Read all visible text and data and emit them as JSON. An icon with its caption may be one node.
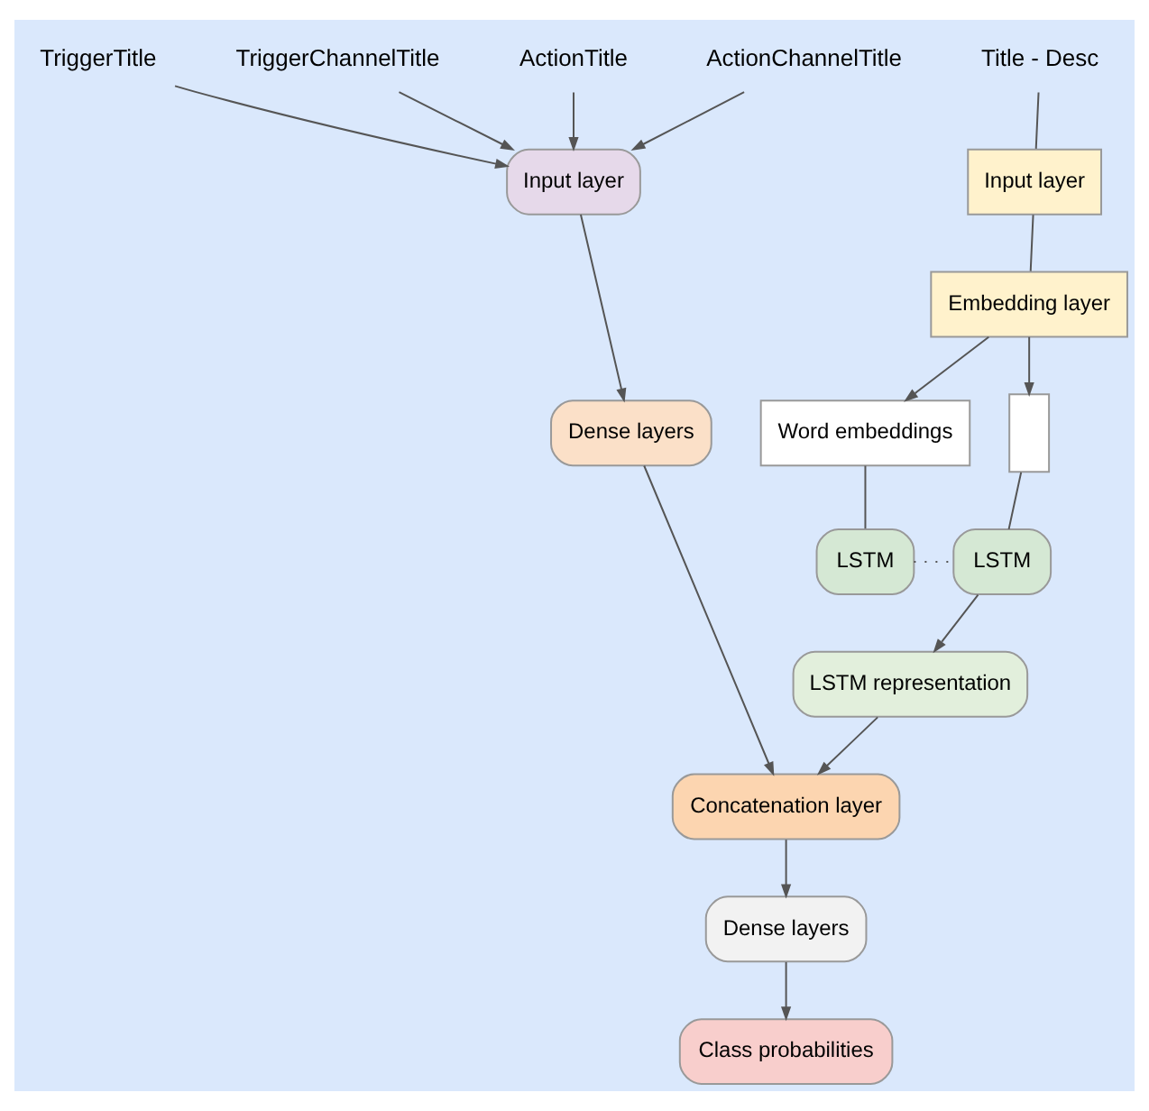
{
  "diagram": {
    "nodes": [
      {
        "text": [
          "TriggerTitle"
        ]
      },
      {
        "text": [
          "TriggerChannelTitle"
        ]
      },
      {
        "text": [
          "ActionTitle"
        ]
      },
      {
        "text": [
          "ActionChannelTitle"
        ]
      },
      {
        "text": [
          "Input layer"
        ]
      },
      {
        "text": [
          "Dense layers"
        ]
      },
      {
        "text": [
          "Title - Desc"
        ]
      },
      {
        "text": [
          "Input layer"
        ]
      },
      {
        "text": [
          "Embedding layer"
        ]
      },
      {
        "text": [
          "Word embeddings"
        ]
      },
      {
        "text": [],
        "shape": "box"
      },
      {
        "text": [
          "LSTM"
        ]
      },
      {
        "text": [
          "LSTM"
        ]
      },
      {
        "text": [
          "LSTM representation"
        ]
      },
      {
        "text": [
          "Concatenation layer"
        ]
      },
      {
        "text": [
          "Dense layers"
        ]
      },
      {
        "text": [
          "Class probabilities"
        ]
      }
    ],
    "edges": [
      {
        "from": 0,
        "to": 4,
        "arrow": "to"
      },
      {
        "from": 1,
        "to": 4,
        "arrow": "to"
      },
      {
        "from": 2,
        "to": 4,
        "arrow": "to"
      },
      {
        "from": 3,
        "to": 4,
        "arrow": "to"
      },
      {
        "from": 4,
        "to": 5,
        "arrow": "to"
      },
      {
        "from": 6,
        "to": 7,
        "arrow": "none"
      },
      {
        "from": 7,
        "to": 8,
        "arrow": "none"
      },
      {
        "from": 8,
        "to": 9,
        "arrow": "to"
      },
      {
        "from": 8,
        "to": 10,
        "arrow": "to"
      },
      {
        "from": 9,
        "to": 11,
        "arrow": "none"
      },
      {
        "from": 10,
        "to": 12,
        "arrow": "none"
      },
      {
        "from": 11,
        "to": 12,
        "arrow": "none",
        "style": "dashed"
      },
      {
        "from": 12,
        "to": 13,
        "arrow": "to"
      },
      {
        "from": 5,
        "to": 14,
        "arrow": "to"
      },
      {
        "from": 13,
        "to": 14,
        "arrow": "to"
      },
      {
        "from": 14,
        "to": 15,
        "arrow": "to"
      },
      {
        "from": 15,
        "to": 16,
        "arrow": "to"
      }
    ]
  }
}
